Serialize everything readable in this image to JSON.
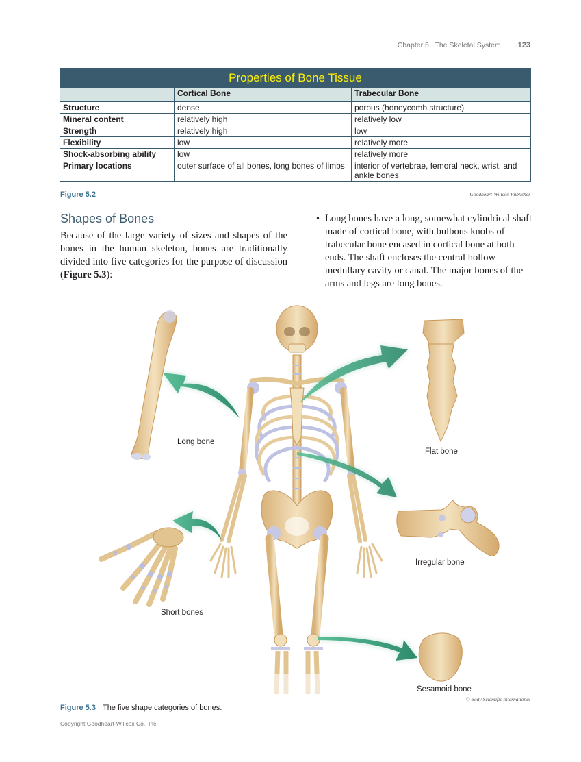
{
  "running_head": {
    "chapter": "Chapter 5   The Skeletal System",
    "page_number": "123"
  },
  "table": {
    "title": "Properties of Bone Tissue",
    "columns": [
      "",
      "Cortical Bone",
      "Trabecular Bone"
    ],
    "rows": [
      {
        "label": "Structure",
        "cortical": "dense",
        "trabecular": "porous (honeycomb structure)"
      },
      {
        "label": "Mineral content",
        "cortical": "relatively high",
        "trabecular": "relatively low"
      },
      {
        "label": "Strength",
        "cortical": "relatively high",
        "trabecular": "low"
      },
      {
        "label": "Flexibility",
        "cortical": "low",
        "trabecular": "relatively more"
      },
      {
        "label": "Shock-absorbing ability",
        "cortical": "low",
        "trabecular": "relatively more"
      },
      {
        "label": "Primary locations",
        "cortical": "outer surface of all bones, long bones of limbs",
        "trabecular": "interior of vertebrae, femoral neck, wrist, and ankle bones"
      }
    ],
    "figure_label": "Figure 5.2",
    "credit": "Goodheart-Willcox Publisher"
  },
  "section": {
    "heading": "Shapes of Bones",
    "intro_before": "Because of the large variety of sizes and shapes of the bones in the human skeleton, bones are traditionally divided into five categories for the purpose of discussion (",
    "intro_ref": "Figure 5.3",
    "intro_after": "):",
    "bullet": "Long bones have a long, somewhat cylindrical shaft made of cortical bone, with bulbous knobs of trabecular bone encased in cortical bone at both ends. The shaft encloses the central hollow medullary cavity or canal. The major bones of the arms and legs are long bones."
  },
  "figure": {
    "labels": {
      "long": "Long bone",
      "flat": "Flat bone",
      "irregular": "Irregular bone",
      "short": "Short bones",
      "sesamoid": "Sesamoid bone"
    },
    "credit": "© Body Scientific International",
    "caption_number": "Figure 5.3",
    "caption_text": "The five shape categories of bones."
  },
  "footer": {
    "copyright": "Copyright Goodheart-Willcox Co., Inc."
  },
  "colors": {
    "table_header_bg": "#3a5a6d",
    "table_title": "#fff200",
    "table_colhead_bg": "#d5e4e2",
    "accent_blue": "#3a6f8f",
    "bone": "#e8cf9f",
    "cartilage": "#b9bde0",
    "arrow_green": "#4fae8a"
  }
}
